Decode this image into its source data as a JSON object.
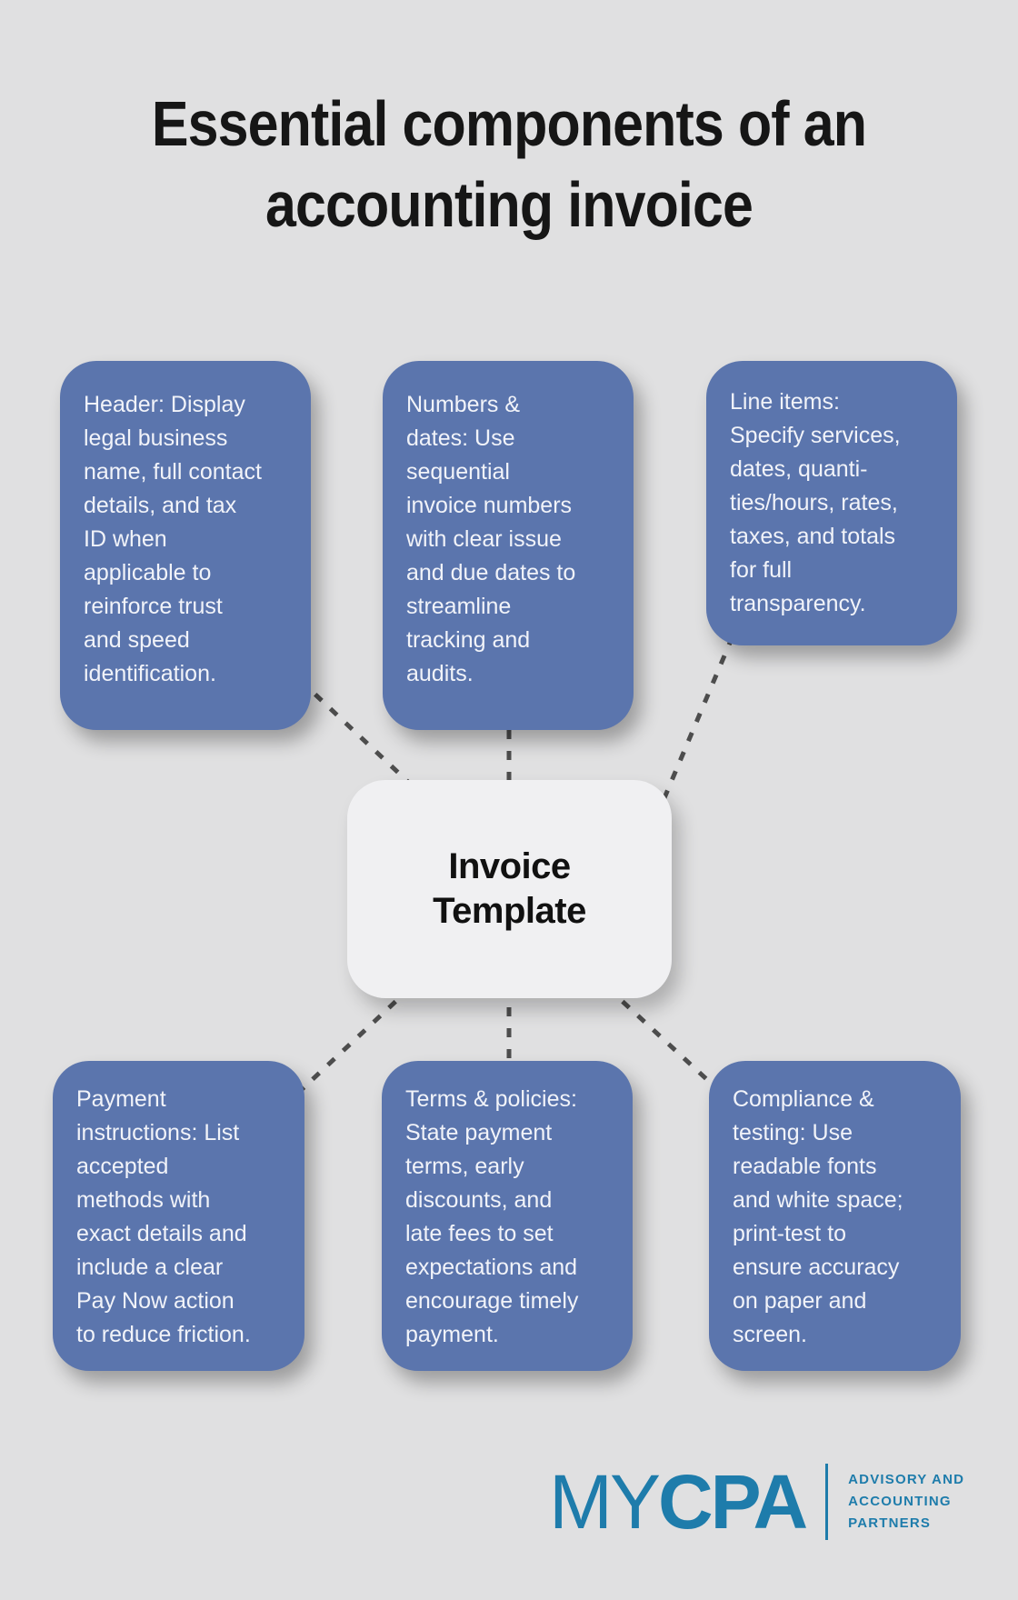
{
  "title": "Essential components of an accounting invoice",
  "center": {
    "label": "Invoice Template"
  },
  "nodes": [
    {
      "id": "header",
      "text": "Header: Display legal business name, full contact details, and tax ID when applicable to reinforce trust and speed identification."
    },
    {
      "id": "numbers-dates",
      "text": "Numbers & dates: Use sequential invoice numbers with clear issue and due dates to streamline tracking and audits."
    },
    {
      "id": "line-items",
      "text": "Line items: Specify services, dates, quanti­ties/hours, rates, taxes, and totals for full transparency."
    },
    {
      "id": "payment-instructions",
      "text": "Payment instructions: List accepted methods with exact details and include a clear Pay Now action to reduce friction."
    },
    {
      "id": "terms-policies",
      "text": "Terms & policies: State payment terms, early discounts, and late fees to set expectations and encourage timely payment."
    },
    {
      "id": "compliance-testing",
      "text": "Compliance & testing: Use readable fonts and white space; print-test to ensure accuracy on paper and screen."
    }
  ],
  "footer": {
    "brand_thin": "MY",
    "brand_bold": "CPA",
    "tagline": [
      "ADVISORY AND",
      "ACCOUNTING",
      "PARTNERS"
    ]
  },
  "colors": {
    "background": "#e0e0e1",
    "node_fill": "#5b75ad",
    "node_text": "#f1f3f9",
    "center_fill": "#f0f0f2",
    "center_text": "#111111",
    "connector": "#4d4d4d",
    "title_text": "#161616",
    "logo_blue": "#1e7cab"
  }
}
